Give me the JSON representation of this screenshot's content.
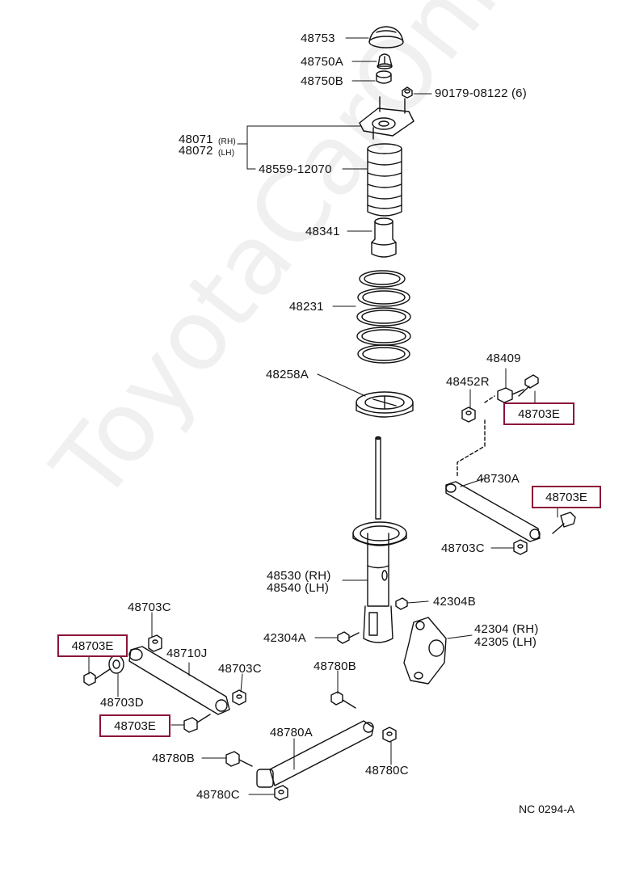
{
  "watermark": "ToyotaCarOnline.ru",
  "diagram_code": "NC 0294-A",
  "parts": {
    "p48753": "48753",
    "p48750A": "48750A",
    "p48750B": "48750B",
    "p90179": "90179-08122 (6)",
    "p48071": "48071",
    "p48071_side": "(RH)",
    "p48072": "48072",
    "p48072_side": "(LH)",
    "p48559": "48559-12070",
    "p48341": "48341",
    "p48231": "48231",
    "p48258A": "48258A",
    "p48409": "48409",
    "p48452R": "48452R",
    "p48703E_1": "48703E",
    "p48730A": "48730A",
    "p48703E_2": "48703E",
    "p48703C_r": "48703C",
    "p48530": "48530 (RH)",
    "p48540": "48540 (LH)",
    "p42304B": "42304B",
    "p42304": "42304 (RH)",
    "p42305": "42305 (LH)",
    "p42304A": "42304A",
    "p48703C_l": "48703C",
    "p48703E_3": "48703E",
    "p48710J": "48710J",
    "p48703C_m": "48703C",
    "p48703D": "48703D",
    "p48780B_top": "48780B",
    "p48703E_4": "48703E",
    "p48780A": "48780A",
    "p48780B_l": "48780B",
    "p48780C_r": "48780C",
    "p48780C_b": "48780C"
  }
}
